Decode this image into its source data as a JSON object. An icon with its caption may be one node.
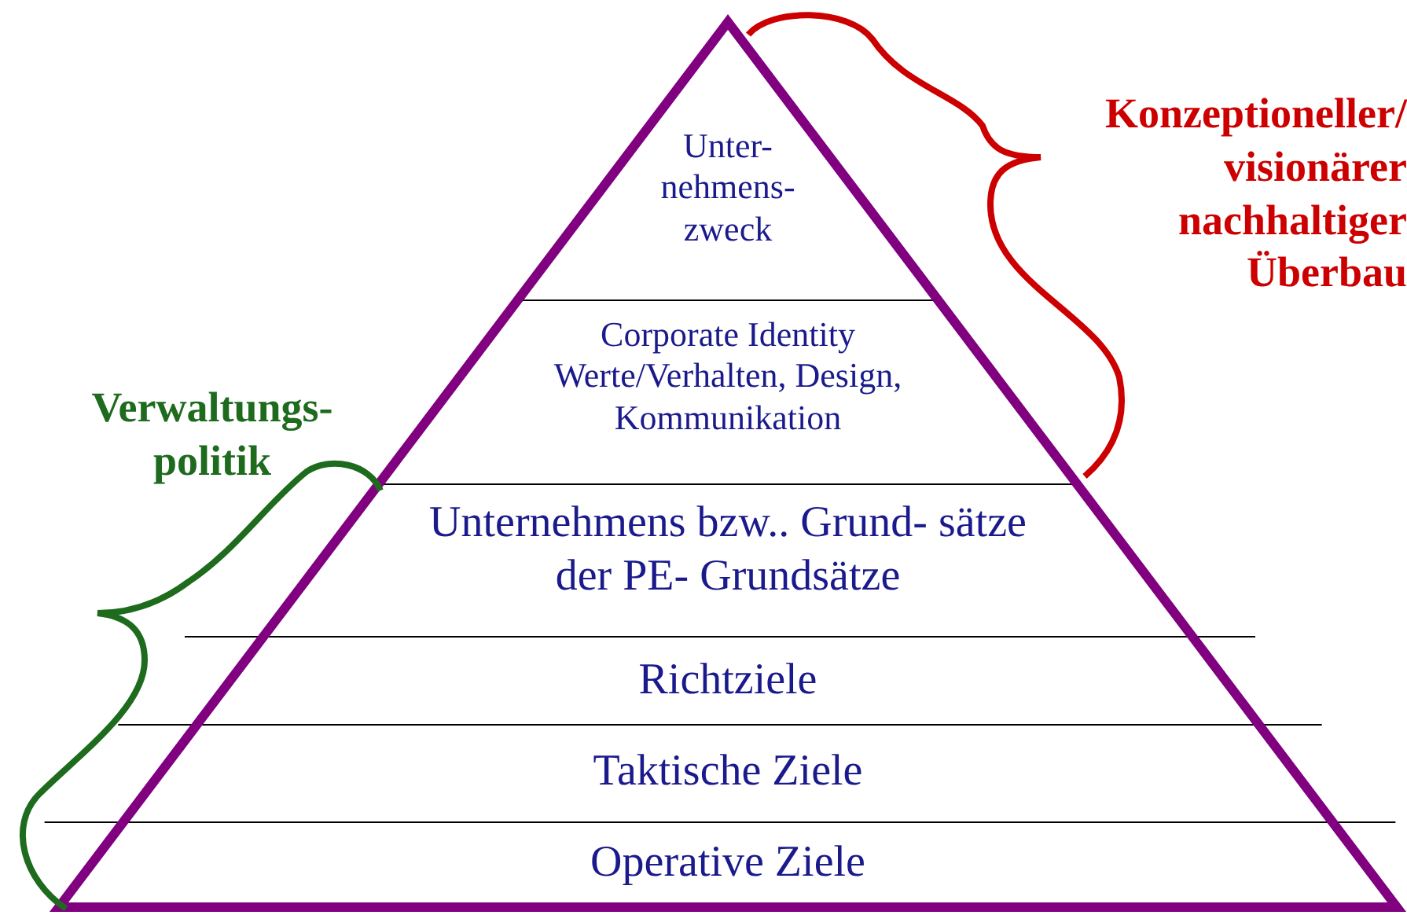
{
  "diagram": {
    "nodes": [
      {
        "text": [
          "Unter- nehmens- zweck"
        ]
      },
      {
        "text": [
          "Corporate Identity Werte/Verhalten, Design, Kommunikation"
        ]
      },
      {
        "text": [
          "Unternehmens bzw.. Grund- sätze der PE- Grundsätze"
        ]
      },
      {
        "text": [
          "Richtziele"
        ]
      },
      {
        "text": [
          "Taktische Ziele"
        ]
      },
      {
        "text": [
          "Operative Ziele"
        ]
      }
    ],
    "edges": [],
    "labels": [
      "Konzeptioneller/ visionärer nachhaltiger Überbau",
      "Verwaltungs- politik"
    ]
  }
}
